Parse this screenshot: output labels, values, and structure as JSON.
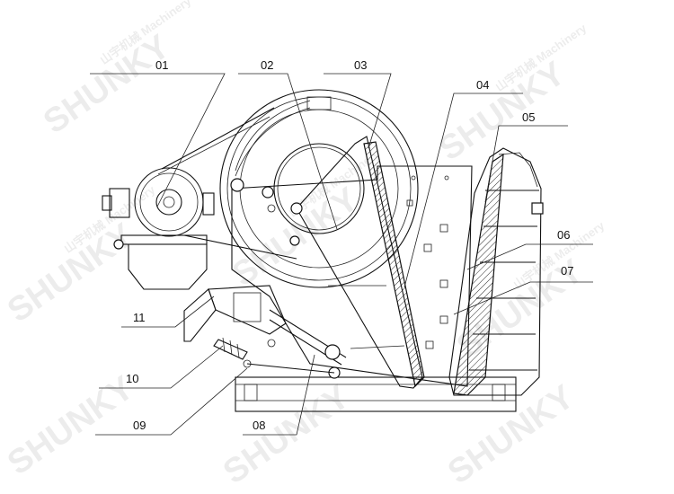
{
  "diagram": {
    "callouts": [
      {
        "id": "01"
      },
      {
        "id": "02"
      },
      {
        "id": "03"
      },
      {
        "id": "04"
      },
      {
        "id": "05"
      },
      {
        "id": "06"
      },
      {
        "id": "07"
      },
      {
        "id": "08"
      },
      {
        "id": "09"
      },
      {
        "id": "10"
      },
      {
        "id": "11"
      }
    ],
    "watermark": {
      "brand": "SHUNKY",
      "sub": "山宇机械 Machinery"
    }
  }
}
